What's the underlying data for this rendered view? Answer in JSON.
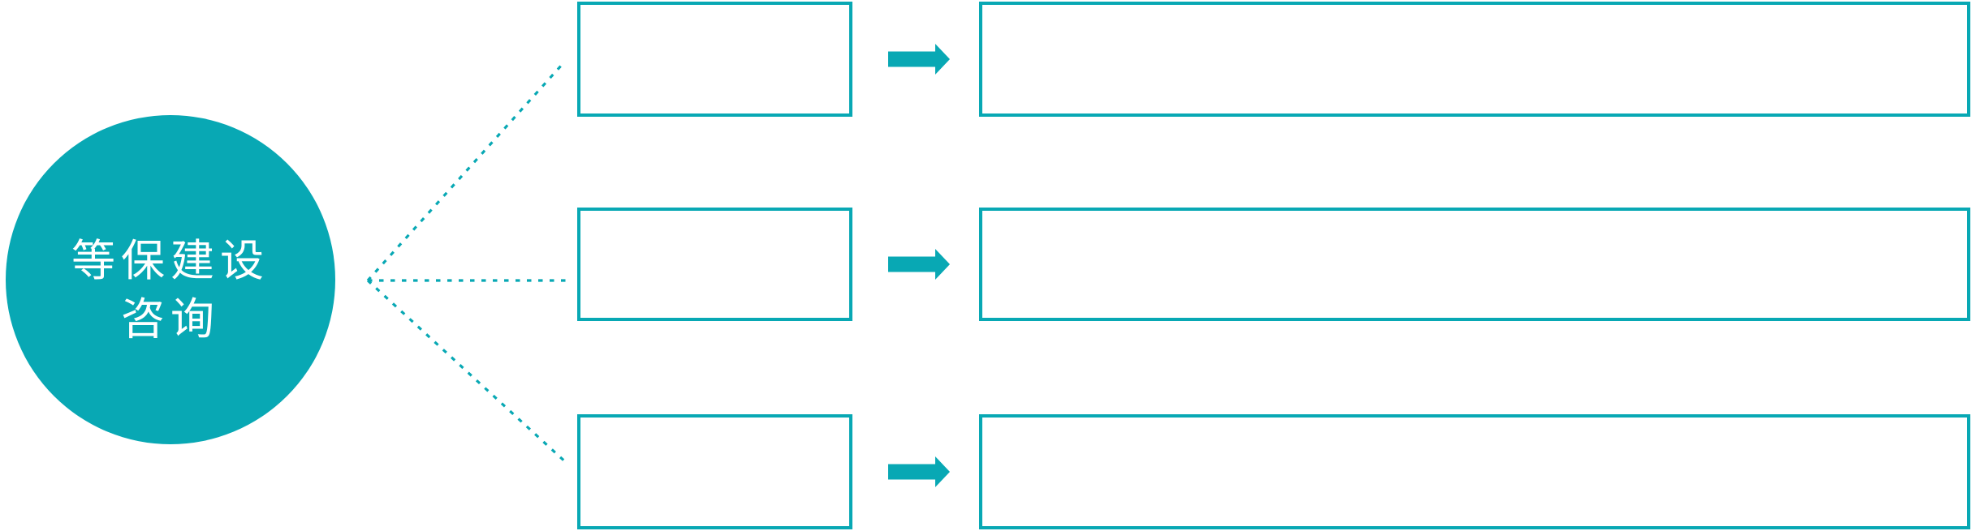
{
  "colors": {
    "accent": "#08A8B4",
    "circle_text": "#FFFFFF",
    "background": "#FFFFFF"
  },
  "circle": {
    "lines": [
      "等保建设",
      "咨询"
    ]
  },
  "connectors": {
    "style": "dotted",
    "count": 3
  },
  "rows": [
    {
      "small_box_text": "",
      "arrow_icon": "arrow-right-icon",
      "big_box_text": ""
    },
    {
      "small_box_text": "",
      "arrow_icon": "arrow-right-icon",
      "big_box_text": ""
    },
    {
      "small_box_text": "",
      "arrow_icon": "arrow-right-icon",
      "big_box_text": ""
    }
  ]
}
